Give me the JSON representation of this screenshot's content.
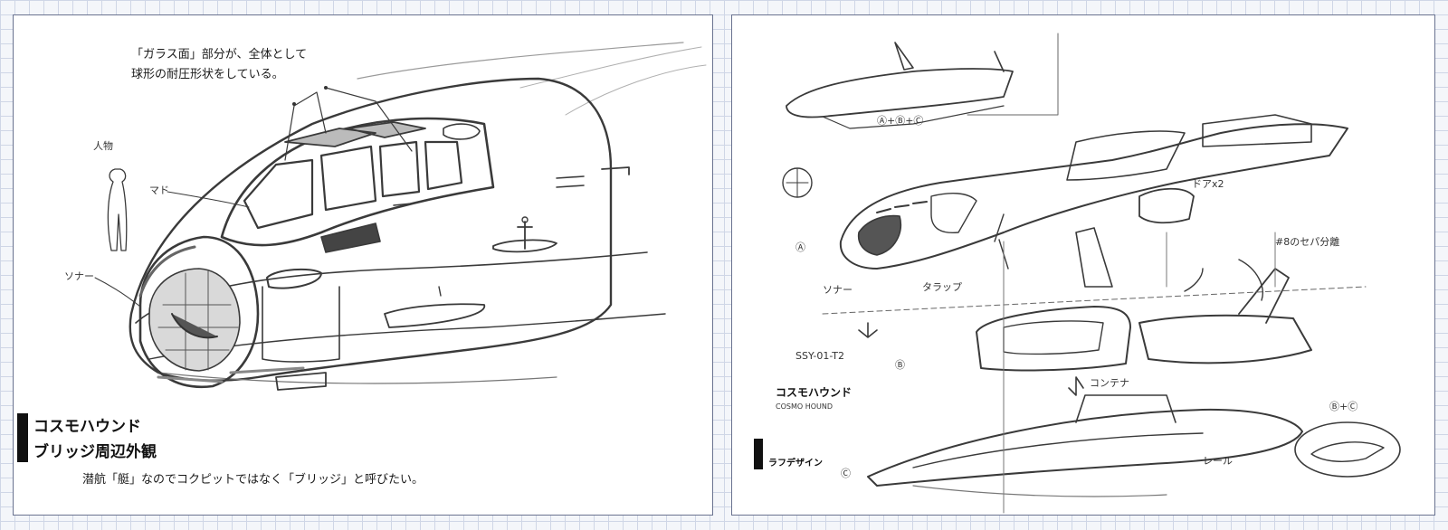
{
  "left_panel": {
    "annotation_line1": "「ガラス面」部分が、全体として",
    "annotation_line2": "球形の耐圧形状をしている。",
    "caption_title": "コスモハウンド",
    "caption_subtitle": "ブリッジ周辺外観",
    "caption_note": "潜航「艇」なのでコクピットではなく「ブリッジ」と呼びたい。",
    "hand_person": "人物",
    "hand_mado": "マド",
    "hand_sonar": "ソナー"
  },
  "right_panel": {
    "caption_title": "コスモハウンド",
    "caption_subtitle": "ラフデザイン",
    "hand_abc": "Ⓐ+Ⓑ+Ⓒ",
    "hand_door": "ドアx2",
    "hand_a": "Ⓐ",
    "hand_b": "Ⓑ",
    "hand_c": "Ⓒ",
    "hand_bc": "Ⓑ+Ⓒ",
    "hand_model": "SSY-01-T2",
    "hand_sonar": "ソナー",
    "hand_tarappu": "タラップ",
    "hand_rail": "レール",
    "hand_container": "コンテナ",
    "hand_sub": "#8のセパ分離",
    "hand_sub2": "COSMO HOUND"
  }
}
